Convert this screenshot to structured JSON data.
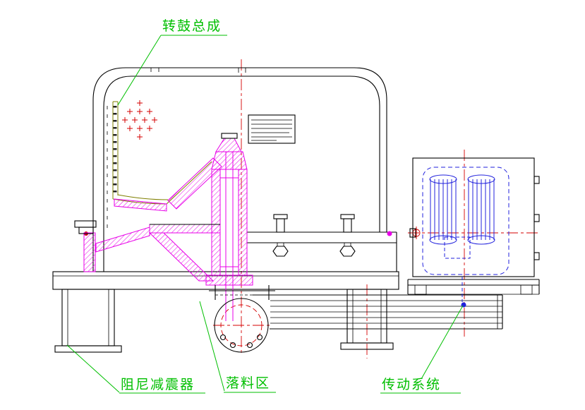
{
  "labels": {
    "drum_assembly": "转鼓总成",
    "damper": "阻尼减震器",
    "discharge_area": "落料区",
    "transmission": "传动系统"
  },
  "colors": {
    "label_green": "#00bf00",
    "section_magenta": "#e800e8",
    "centerline_red": "#d40000",
    "hidden_blue": "#2222dd",
    "outline_black": "#000000",
    "drum_olive": "#7f7f00",
    "background": "#ffffff"
  }
}
